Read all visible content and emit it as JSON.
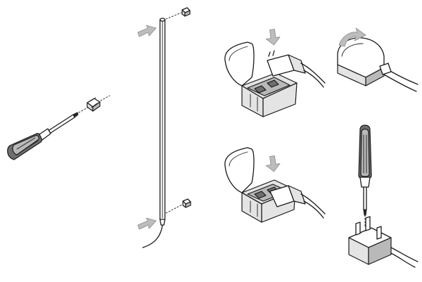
{
  "diagram": {
    "type": "assembly-instructions",
    "colors": {
      "line": "#1a1a1a",
      "fill_light": "#e4e4e4",
      "fill_mid": "#b9b9b9",
      "fill_dark": "#6e6e6e",
      "arrow": "#bdbdbd",
      "background": "#ffffff"
    },
    "steps": [
      {
        "id": "step-screwdriver-clip",
        "icons": [
          "screwdriver-icon",
          "cable-clip-icon"
        ]
      },
      {
        "id": "step-rod-mounting",
        "icons": [
          "rod-icon",
          "clip-icon",
          "push-arrow-icon"
        ]
      },
      {
        "id": "step-plug-insert-open",
        "icons": [
          "plug-housing-icon",
          "plug-icon",
          "down-arrow-icon"
        ]
      },
      {
        "id": "step-plug-lid-close",
        "icons": [
          "closed-plug-icon",
          "rotate-arrow-icon"
        ]
      },
      {
        "id": "step-plug-insert-second",
        "icons": [
          "plug-housing-icon",
          "plug-icon",
          "down-arrow-icon"
        ]
      },
      {
        "id": "step-screw-plug",
        "icons": [
          "screwdriver-icon",
          "uk-plug-icon"
        ]
      }
    ]
  }
}
